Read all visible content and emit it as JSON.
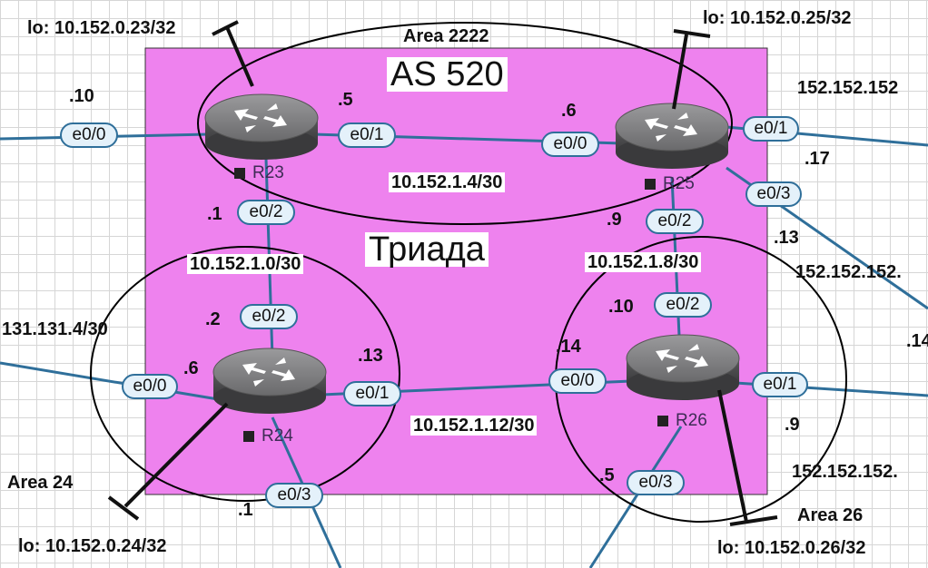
{
  "routers": {
    "r23": {
      "name": "R23",
      "loopback": "lo: 10.152.0.23/32"
    },
    "r25": {
      "name": "R25",
      "loopback": "lo: 10.152.0.25/32"
    },
    "r24": {
      "name": "R24",
      "loopback": "lo: 10.152.0.24/32"
    },
    "r26": {
      "name": "R26",
      "loopback": "lo: 10.152.0.26/32"
    }
  },
  "labels": {
    "as": "AS 520",
    "group": "Триада",
    "area2222": "Area 2222",
    "area24": "Area 24",
    "area26": "Area 26"
  },
  "interfaces": {
    "r23_e00": "e0/0",
    "r23_e01": "e0/1",
    "r23_e02": "e0/2",
    "r25_e00": "e0/0",
    "r25_e01": "e0/1",
    "r25_e03": "e0/3",
    "r25_e02": "e0/2",
    "r24_e02": "e0/2",
    "r24_e00": "e0/0",
    "r24_e01": "e0/1",
    "r24_e03": "e0/3",
    "r26_e02": "e0/2",
    "r26_e00": "e0/0",
    "r26_e01": "e0/1",
    "r26_e03": "e0/3"
  },
  "hosts": {
    "r23_e00": ".10",
    "r23_e01": ".5",
    "r25_e00": ".6",
    "r25_e01_side": ".17",
    "r25_e03_side": ".13",
    "r23_e02": ".1",
    "r25_e02": ".9",
    "r24_e02": ".2",
    "r26_e02": ".10",
    "r24_e00": ".6",
    "r24_e01": ".13",
    "r26_e00": ".14",
    "r26_e01": ".9",
    "r26_e03": ".5",
    "r24_e03": ".1",
    "r25_far": ".14"
  },
  "subnets": {
    "r23_r25": "10.152.1.4/30",
    "r23_r24": "10.152.1.0/30",
    "r25_r26": "10.152.1.8/30",
    "r24_r26": "10.152.1.12/30",
    "r24_ext": "131.131.4/30",
    "r25_ext1": "152.152.152",
    "r25_ext2": "152.152.152.",
    "r26_ext": "152.152.152."
  },
  "colors": {
    "as_box": "#ee82ee",
    "link": "#2f6f9a",
    "router_body": "#5a5a5c"
  }
}
